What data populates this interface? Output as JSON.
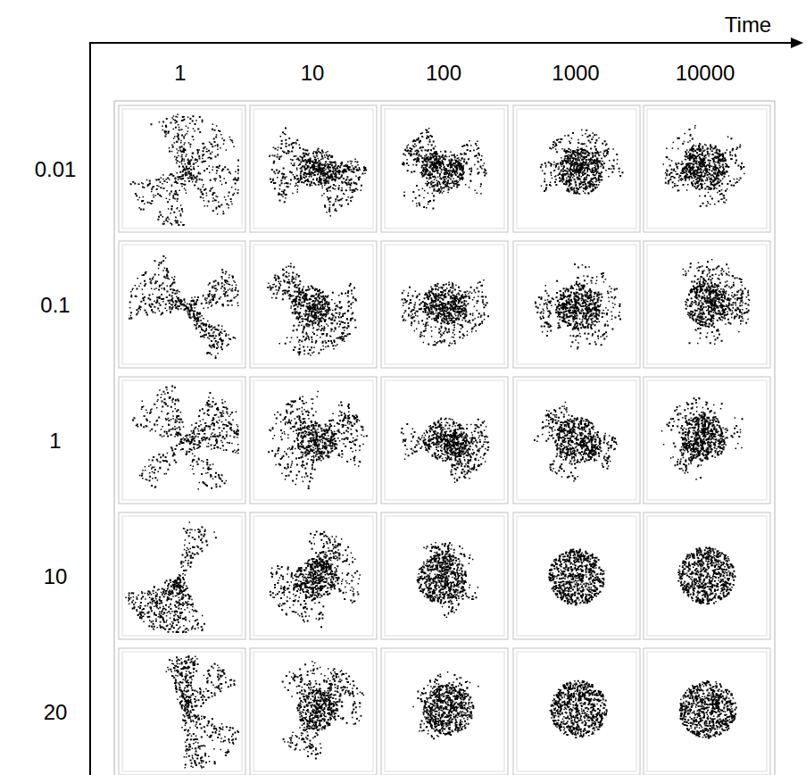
{
  "diagram": {
    "labels": [
      "Time",
      "1",
      "10",
      "100",
      "1000",
      "10000",
      "0.01",
      "0.1",
      "1",
      "10",
      "20"
    ]
  }
}
